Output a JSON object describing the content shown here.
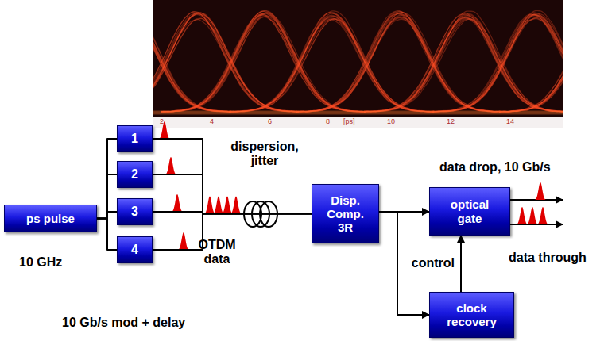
{
  "diagram": {
    "nodes": [
      {
        "text": [
          "ps pulse"
        ]
      },
      {
        "text": [
          "1"
        ]
      },
      {
        "text": [
          "2"
        ]
      },
      {
        "text": [
          "3"
        ]
      },
      {
        "text": [
          "4"
        ]
      },
      {
        "text": [
          "Disp. Comp. 3R"
        ]
      },
      {
        "text": [
          "optical gate"
        ]
      },
      {
        "text": [
          "clock recovery"
        ]
      }
    ],
    "edges": [
      {
        "from": 0,
        "to": 1,
        "arrow": "none"
      },
      {
        "from": 0,
        "to": 2,
        "arrow": "none"
      },
      {
        "from": 0,
        "to": 3,
        "arrow": "none"
      },
      {
        "from": 0,
        "to": 4,
        "arrow": "none"
      },
      {
        "from": 1,
        "to": 5,
        "arrow": "none"
      },
      {
        "from": 2,
        "to": 5,
        "arrow": "none"
      },
      {
        "from": 3,
        "to": 5,
        "arrow": "none"
      },
      {
        "from": 4,
        "to": 5,
        "arrow": "none"
      },
      {
        "from": 5,
        "to": 6,
        "arrow": "to"
      },
      {
        "from": 5,
        "to": 7,
        "arrow": "to"
      },
      {
        "from": 7,
        "to": 6,
        "label": "control",
        "arrow": "to"
      }
    ],
    "labels": [
      "2",
      "4",
      "6",
      "8",
      "[ps]",
      "10",
      "12",
      "14",
      "dispersion, jitter",
      "OTDM data",
      "10 GHz",
      "10 Gb/s mod + delay",
      "data drop, 10 Gb/s",
      "data through"
    ]
  }
}
